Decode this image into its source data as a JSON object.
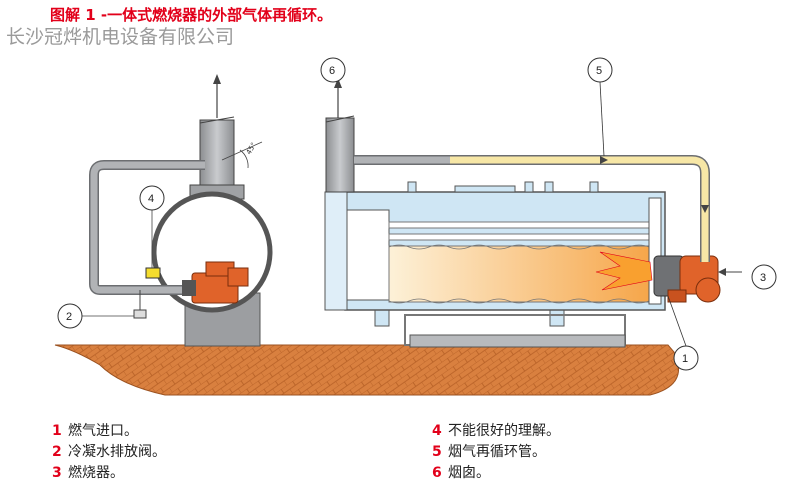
{
  "header": {
    "title_prefix": "图解 1 -",
    "title_text": "一体式燃烧器的外部气体再循环。",
    "watermark": "长沙冠烨机电设备有限公司"
  },
  "diagram": {
    "angle_label": "45°",
    "callouts": [
      "1",
      "2",
      "3",
      "4",
      "5",
      "6"
    ]
  },
  "legend": [
    {
      "num": "1",
      "text": "燃气进口。"
    },
    {
      "num": "2",
      "text": "冷凝水排放阀。"
    },
    {
      "num": "3",
      "text": "燃烧器。"
    },
    {
      "num": "4",
      "text": "不能很好的理解。"
    },
    {
      "num": "5",
      "text": "烟气再循环管。"
    },
    {
      "num": "6",
      "text": "烟囱。"
    }
  ],
  "colors": {
    "accent": "#e2001a",
    "pipe": "#a9abae",
    "recirc_pipe": "#f7e7a6",
    "ground": "#d9803f",
    "water": "#cfe6f4",
    "flame": "#f8b65e",
    "burner": "#e0632a"
  }
}
